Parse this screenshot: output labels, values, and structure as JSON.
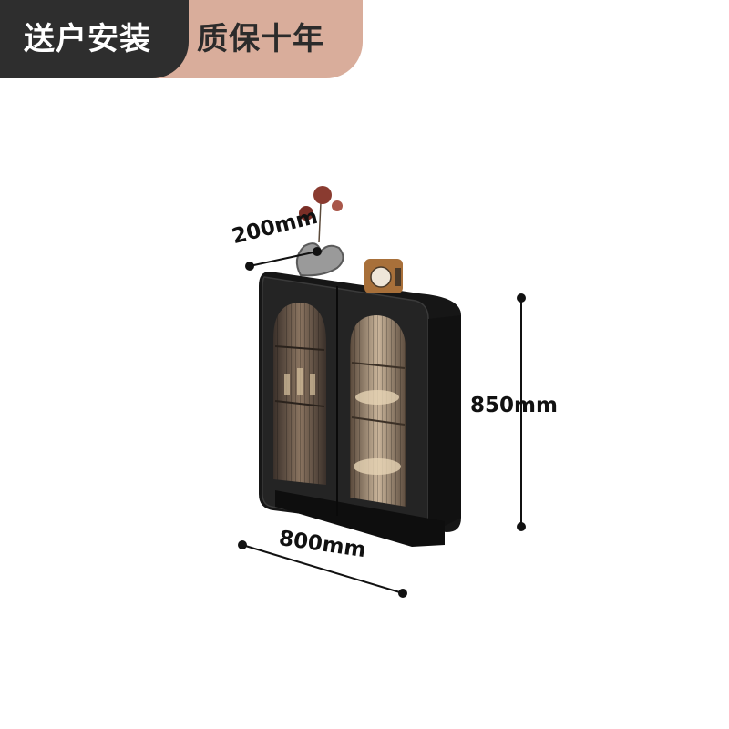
{
  "banner": {
    "left_text": "送户安装",
    "right_text": "质保十年",
    "left_bg": "#2e2e2e",
    "right_bg": "#d9ad9b"
  },
  "dimensions": {
    "depth": "200mm",
    "height": "850mm",
    "width": "800mm"
  },
  "colors": {
    "cabinet": "#1b1b1b",
    "glass": "#6b5a4a",
    "dimension_line": "#111111"
  }
}
